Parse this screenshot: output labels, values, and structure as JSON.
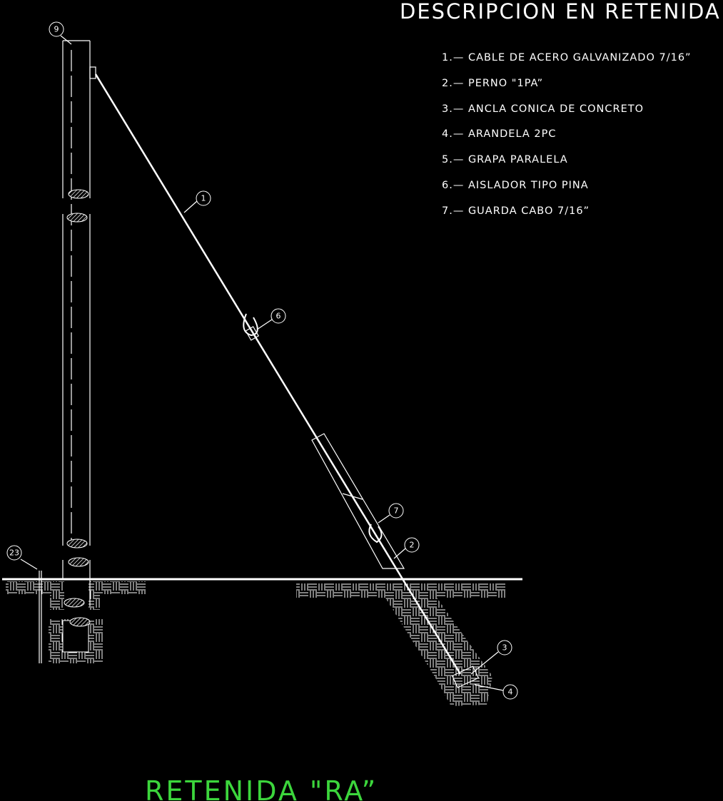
{
  "title": "DESCRIPCION EN RETENIDA",
  "items": [
    "1.— CABLE DE ACERO GALVANIZADO 7/16”",
    "2.— PERNO \"1PA”",
    "3.— ANCLA CONICA DE CONCRETO",
    "4.— ARANDELA 2PC",
    "5.— GRAPA PARALELA",
    "6.— AISLADOR TIPO PINA",
    "7.— GUARDA CABO 7/16”"
  ],
  "callouts": {
    "pole": "9",
    "cable": "1",
    "insulator": "6",
    "thimble": "7",
    "rod": "2",
    "anchor": "3",
    "washer": "4",
    "ground": "23"
  },
  "drawing_title": "RETENIDA \"RA”",
  "colors": {
    "background": "#000000",
    "lines": "#ffffff",
    "drawing_title": "#3cd63c"
  }
}
